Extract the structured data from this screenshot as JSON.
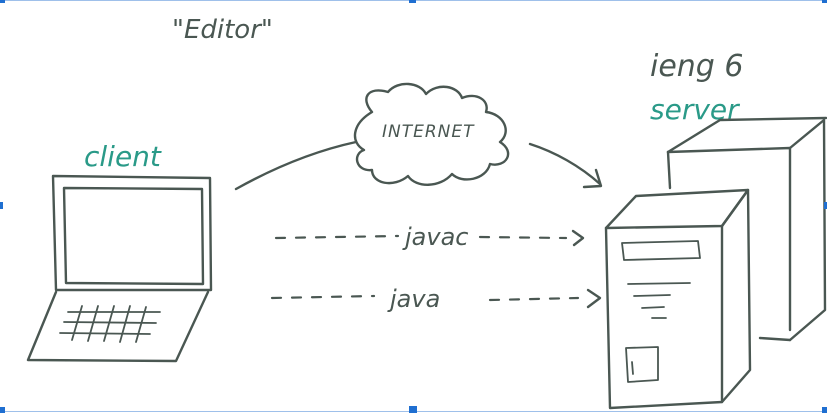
{
  "editor_label": "\"Editor\"",
  "client_label": "client",
  "internet_label": "INTERNET",
  "server_host_label": "ieng 6",
  "server_label": "server",
  "compile_label": "javac",
  "run_label": "java",
  "colors": {
    "ink": "#4a5752",
    "accent_teal": "#2a9a88",
    "selection_handle": "#1f6fd1"
  }
}
